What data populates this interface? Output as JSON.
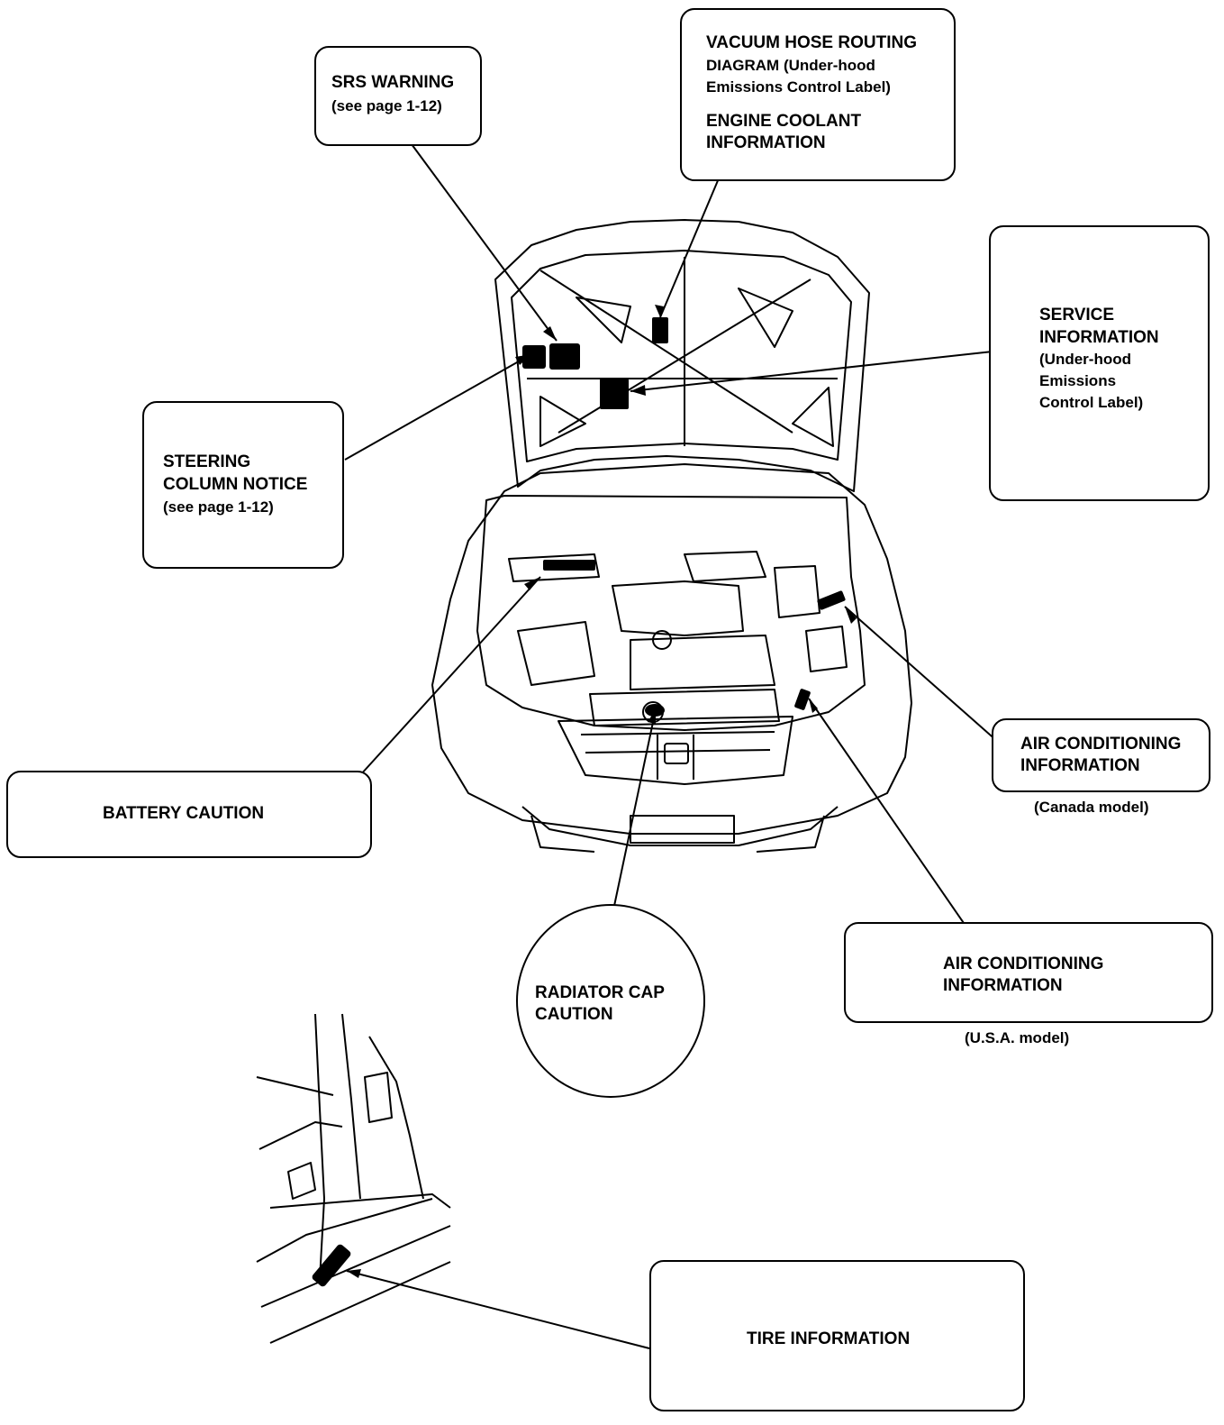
{
  "labels": {
    "srs_warning": {
      "title": "SRS WARNING",
      "sub": "(see page 1-12)"
    },
    "vacuum_hose": {
      "line1": "VACUUM HOSE ROUTING",
      "line2": "DIAGRAM (Under-hood",
      "line3": "Emissions Control Label)"
    },
    "engine_coolant": {
      "line1": "ENGINE COOLANT",
      "line2": "INFORMATION"
    },
    "service_info": {
      "line1": "SERVICE",
      "line2": "INFORMATION",
      "line3": "(Under-hood",
      "line4": "Emissions",
      "line5": "Control Label)"
    },
    "steering_column": {
      "line1": "STEERING",
      "line2": "COLUMN NOTICE",
      "sub": "(see page 1-12)"
    },
    "battery_caution": "BATTERY CAUTION",
    "ac_canada": {
      "line1": "AIR CONDITIONING",
      "line2": "INFORMATION",
      "model": "(Canada model)"
    },
    "radiator_cap": {
      "line1": "RADIATOR CAP",
      "line2": "CAUTION"
    },
    "ac_usa": {
      "line1": "AIR CONDITIONING",
      "line2": "INFORMATION",
      "model": "(U.S.A. model)"
    },
    "tire_info": "TIRE INFORMATION"
  },
  "colors": {
    "line": "#000000",
    "background": "#ffffff",
    "label_fill": "#000000"
  }
}
